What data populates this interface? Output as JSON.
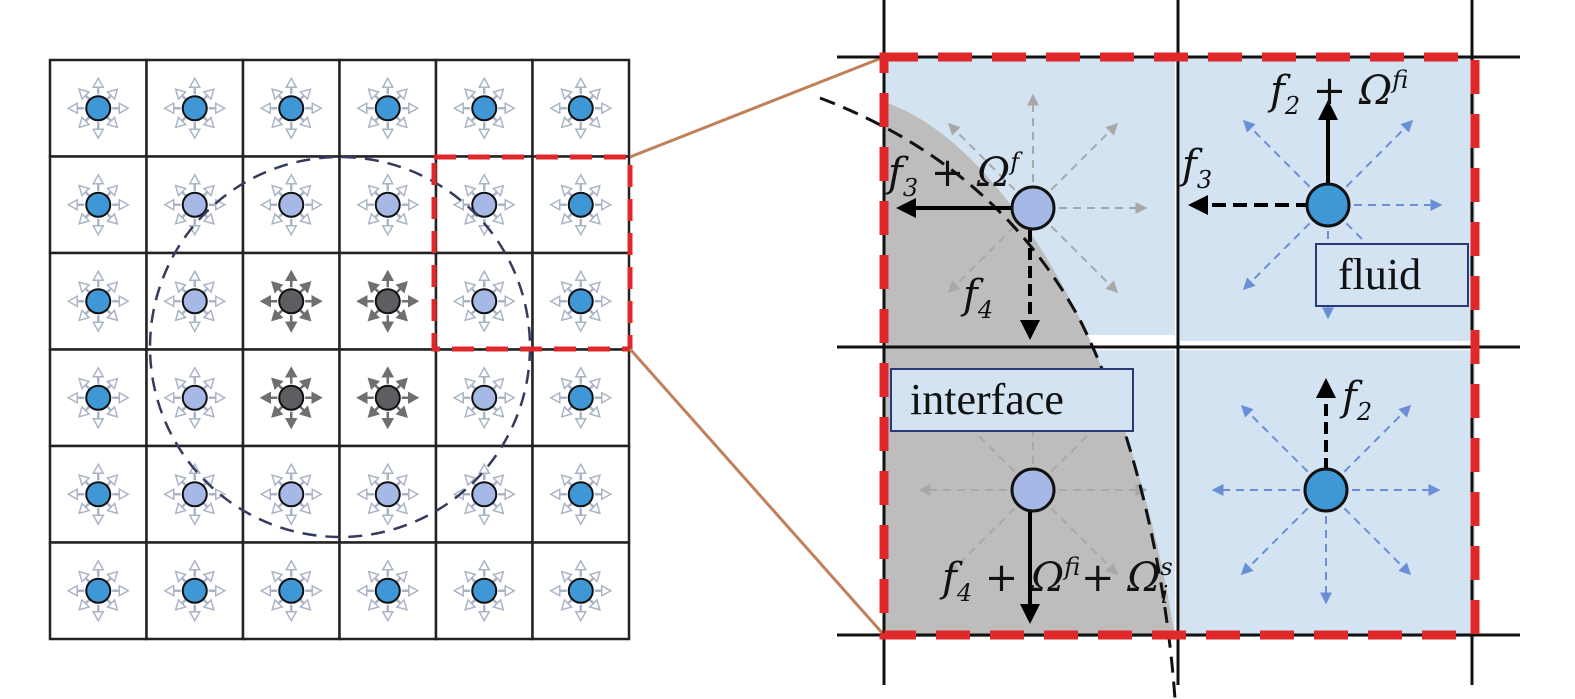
{
  "labels": {
    "fluid": "fluid",
    "interface": "interface"
  },
  "formulas": {
    "f2_omega": {
      "f": "f",
      "sub": "2",
      "plus": " + ",
      "omega": "Ω",
      "sup": "f",
      "osub": "i"
    },
    "f3_omega": {
      "f": "f",
      "sub": "3",
      "plus": " + ",
      "omega": "Ω",
      "sup": "f"
    },
    "f3": {
      "f": "f",
      "sub": "3"
    },
    "f4": {
      "f": "f",
      "sub": "4"
    },
    "f2": {
      "f": "f",
      "sub": "2"
    },
    "f4_omega": {
      "f": "f",
      "sub": "4",
      "plus1": " + ",
      "omega1": "Ω",
      "sup1": "f",
      "sub1": "i",
      "plus2": " + ",
      "omega2": "Ω",
      "sup2": "s",
      "sub2": "i"
    }
  },
  "colors": {
    "fluid_node": "#3f97d6",
    "interface_node": "#a6b8e6",
    "solid_node": "#5e5e62",
    "fluid_cell": "#d3e3f1",
    "solid_region": "#bdbdbd",
    "highlight_box": "#e0282a",
    "zoom_connector": "#c0805a",
    "circle_boundary": "#353b5e"
  },
  "grid": {
    "rows": 6,
    "cols": 6,
    "node_types": [
      [
        "fluid",
        "fluid",
        "fluid",
        "fluid",
        "fluid",
        "fluid"
      ],
      [
        "fluid",
        "interface",
        "interface",
        "interface",
        "interface",
        "fluid"
      ],
      [
        "fluid",
        "interface",
        "solid",
        "solid",
        "interface",
        "fluid"
      ],
      [
        "fluid",
        "interface",
        "solid",
        "solid",
        "interface",
        "fluid"
      ],
      [
        "fluid",
        "interface",
        "interface",
        "interface",
        "interface",
        "fluid"
      ],
      [
        "fluid",
        "fluid",
        "fluid",
        "fluid",
        "fluid",
        "fluid"
      ]
    ]
  }
}
